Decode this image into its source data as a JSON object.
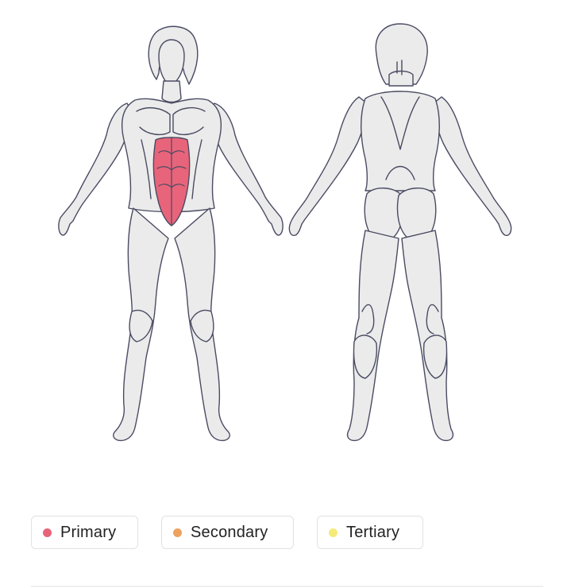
{
  "legend": {
    "items": [
      {
        "label": "Primary",
        "color": "#e8647a"
      },
      {
        "label": "Secondary",
        "color": "#eea260"
      },
      {
        "label": "Tertiary",
        "color": "#f6ea7a"
      }
    ]
  },
  "colors": {
    "body_fill": "#ebebeb",
    "outline": "#4a4b63",
    "highlight": "#e8647a"
  },
  "highlighted_muscle": "abdominals",
  "views": [
    "front",
    "back"
  ]
}
